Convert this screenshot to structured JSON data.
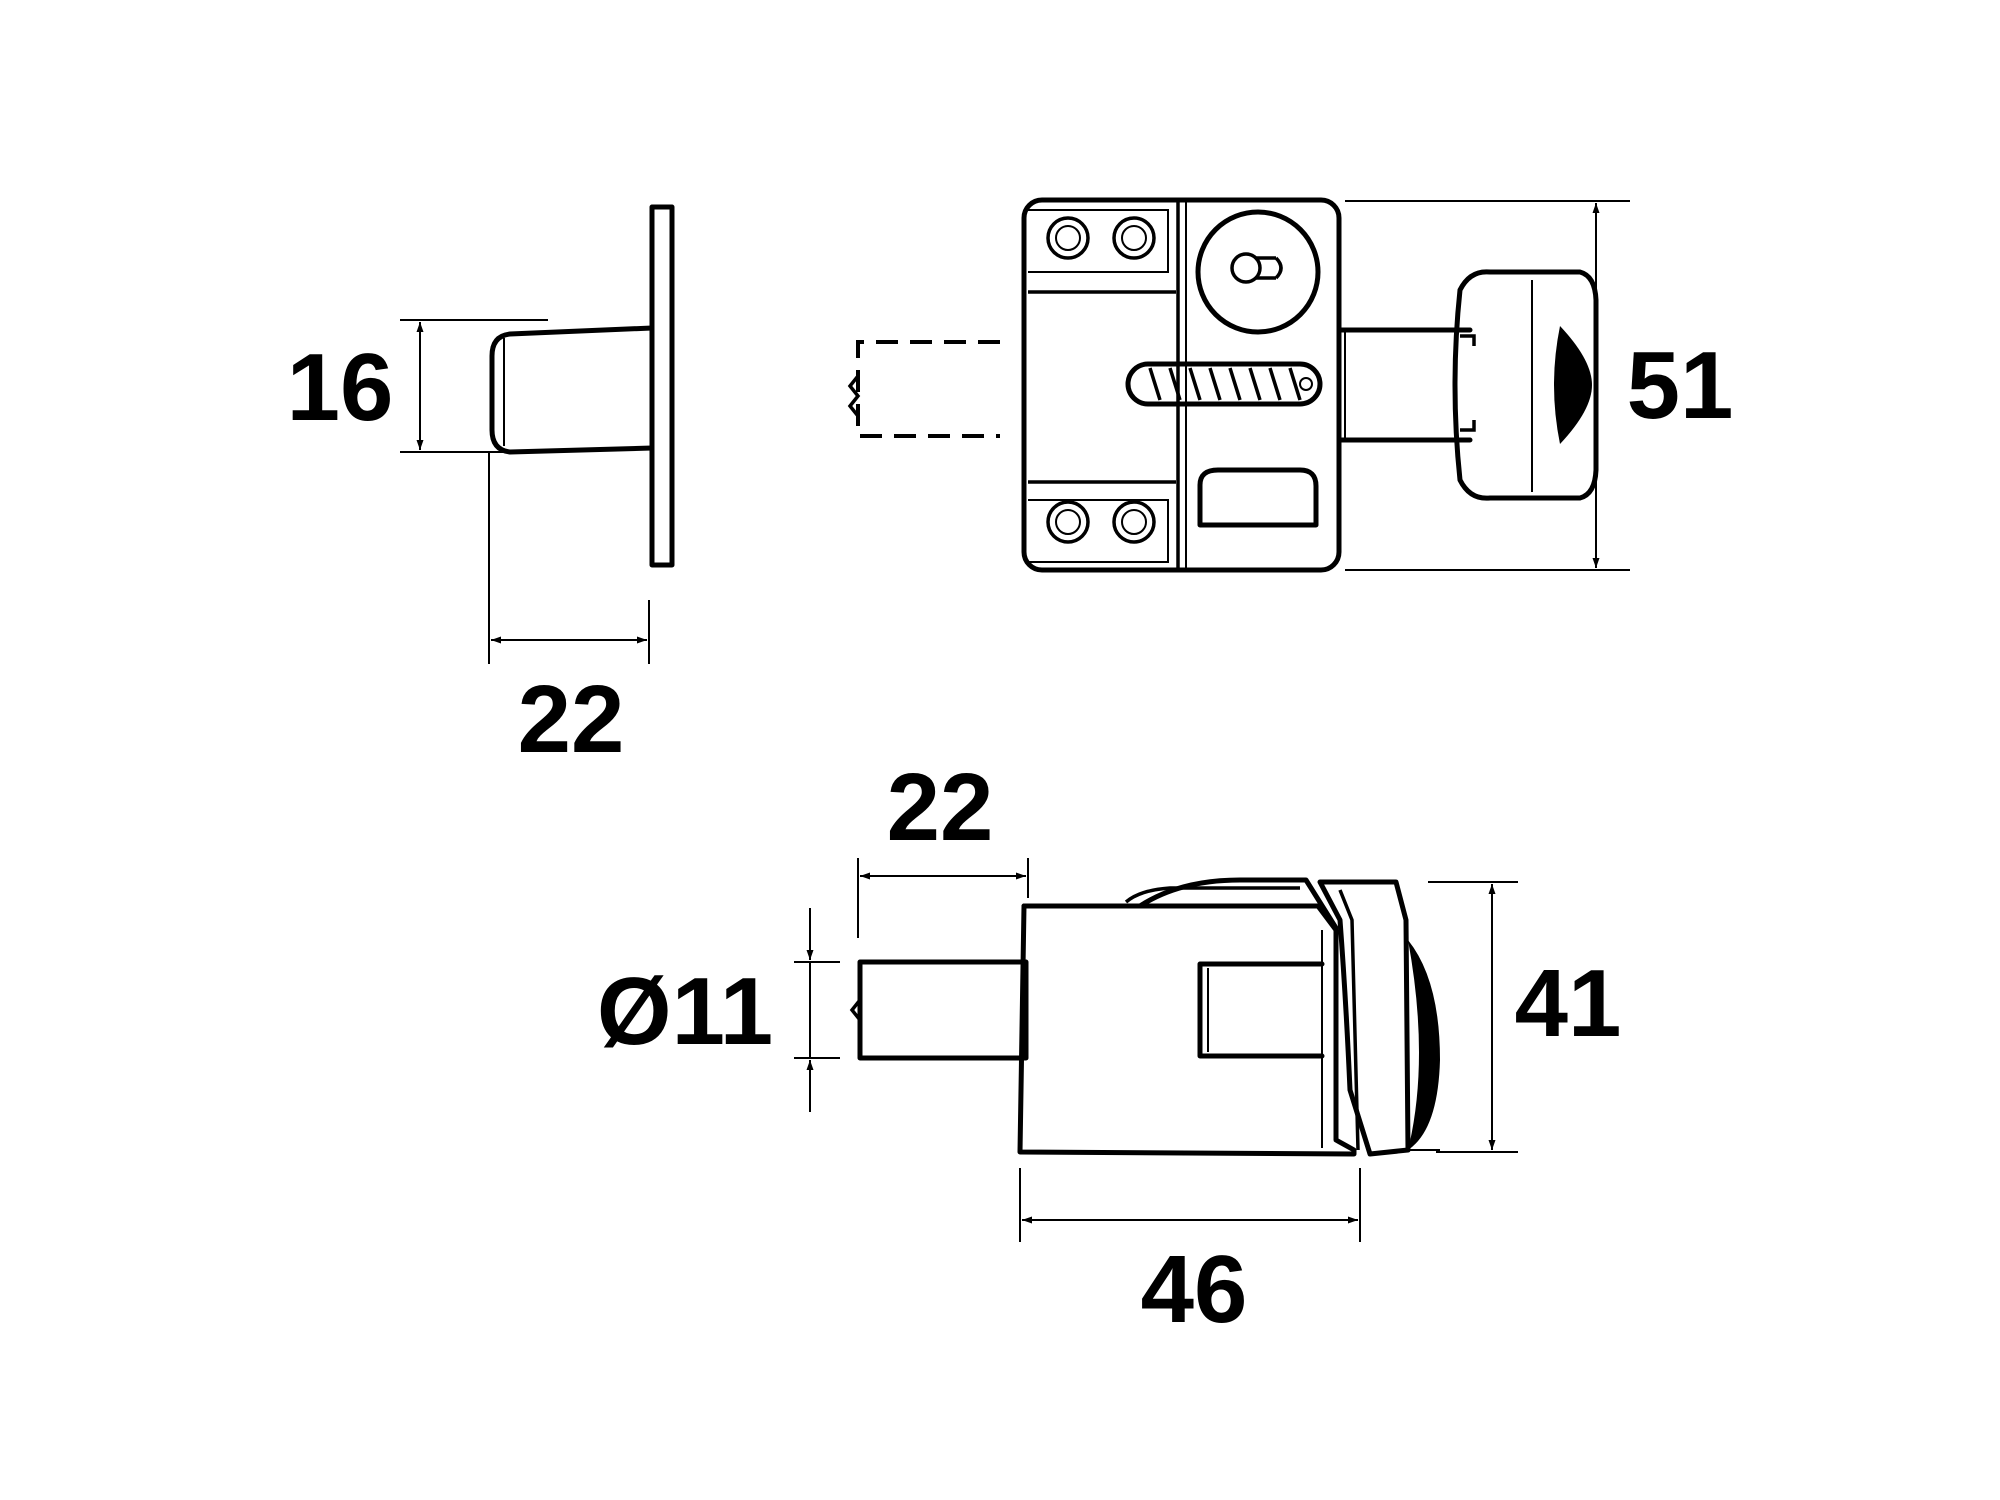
{
  "dimensions": {
    "plate_bolt_diameter": "16",
    "plate_bolt_length": "22",
    "body_height": "51",
    "bolt_projection": "22",
    "bolt_diameter": "Ø11",
    "side_height": "41",
    "body_depth": "46"
  },
  "colors": {
    "line": "#000000",
    "background": "#ffffff"
  }
}
